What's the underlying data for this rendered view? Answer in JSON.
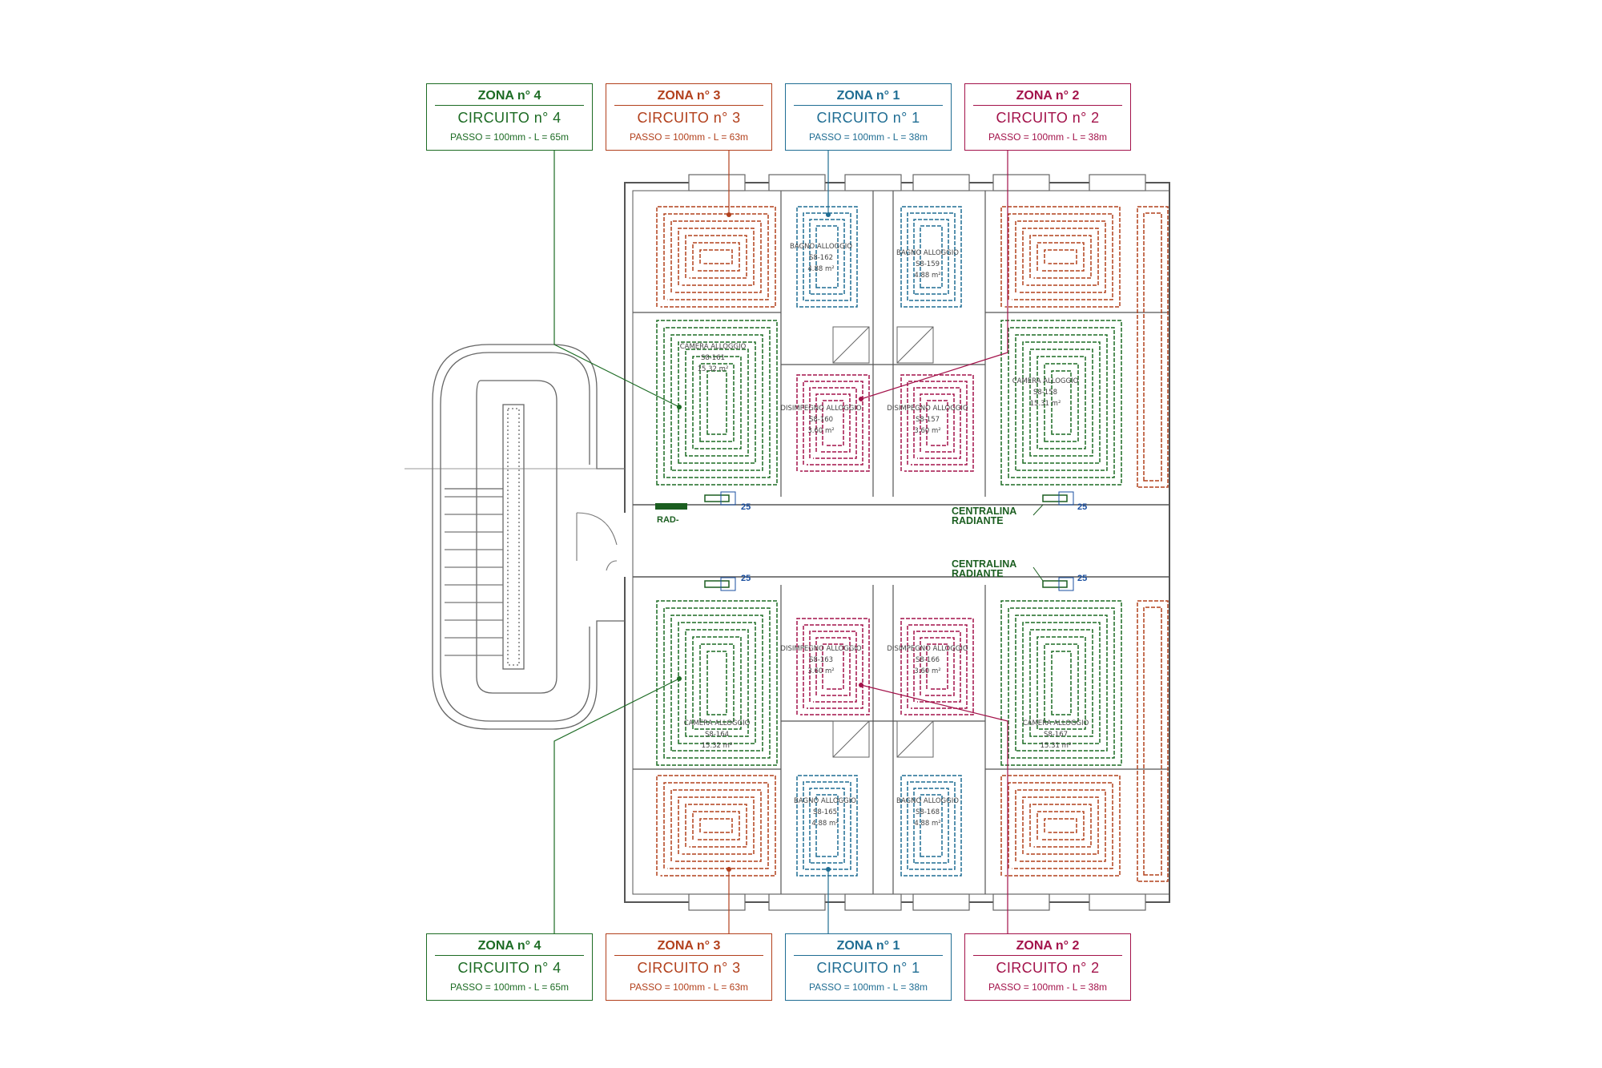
{
  "colors": {
    "zona_4": "#1c6b23",
    "zona_3": "#b2401c",
    "zona_1": "#1f6d93",
    "zona_2": "#a3124a",
    "wall": "#555555",
    "manifold": "#1b5e20",
    "dim": "#1a4fa0"
  },
  "labels": {
    "top": [
      {
        "zona": "ZONA n° 4",
        "circuito": "CIRCUITO  n° 4",
        "passo": "PASSO =  100mm - L =  65m"
      },
      {
        "zona": "ZONA n° 3",
        "circuito": "CIRCUITO  n° 3",
        "passo": "PASSO =  100mm - L =  63m"
      },
      {
        "zona": "ZONA n° 1",
        "circuito": "CIRCUITO  n° 1",
        "passo": "PASSO =  100mm - L =  38m"
      },
      {
        "zona": "ZONA n° 2",
        "circuito": "CIRCUITO  n° 2",
        "passo": "PASSO =  100mm - L =   38m"
      }
    ],
    "bottom": [
      {
        "zona": "ZONA n° 4",
        "circuito": "CIRCUITO  n° 4",
        "passo": "PASSO =  100mm - L =  65m"
      },
      {
        "zona": "ZONA n° 3",
        "circuito": "CIRCUITO  n° 3",
        "passo": "PASSO =  100mm - L =  63m"
      },
      {
        "zona": "ZONA n° 1",
        "circuito": "CIRCUITO  n° 1",
        "passo": "PASSO =  100mm - L =  38m"
      },
      {
        "zona": "ZONA n° 2",
        "circuito": "CIRCUITO  n° 2",
        "passo": "PASSO =  100mm - L =  38m"
      }
    ]
  },
  "tags": {
    "centralina_1": "CENTRALINA",
    "radiante_1": "RADIANTE",
    "centralina_2": "CENTRALINA",
    "radiante_2": "RADIANTE",
    "rad": "RAD-",
    "dim_value": "25"
  },
  "rooms": [
    {
      "name": "BAGNO ALLOGGIO",
      "code": "S8-162",
      "area": "4.88 m²"
    },
    {
      "name": "BAGNO ALLOGGIO",
      "code": "S8-159",
      "area": "4.88 m²"
    },
    {
      "name": "CAMERA ALLOGGIO",
      "code": "S8-161",
      "area": "15.32 m²"
    },
    {
      "name": "DISIMPEGNO ALLOGGIO",
      "code": "S8-160",
      "area": "3.60 m²"
    },
    {
      "name": "DISIMPEGNO ALLOGGIO",
      "code": "S8-157",
      "area": "3.60 m²"
    },
    {
      "name": "CAMERA ALLOGGIO",
      "code": "S8-158",
      "area": "15.31 m²"
    },
    {
      "name": "DISIMPEGNO ALLOGGIO",
      "code": "S8-163",
      "area": "3.60 m²"
    },
    {
      "name": "DISIMPEGNO ALLOGGIO",
      "code": "S8-166",
      "area": "3.60 m²"
    },
    {
      "name": "CAMERA ALLOGGIO",
      "code": "S8-164",
      "area": "15.32 m²"
    },
    {
      "name": "CAMERA ALLOGGIO",
      "code": "S8-167",
      "area": "15.31 m²"
    },
    {
      "name": "BAGNO ALLOGGIO",
      "code": "S8-165",
      "area": "4.88 m²"
    },
    {
      "name": "BAGNO ALLOGGIO",
      "code": "S8-168",
      "area": "4.88 m²"
    }
  ]
}
